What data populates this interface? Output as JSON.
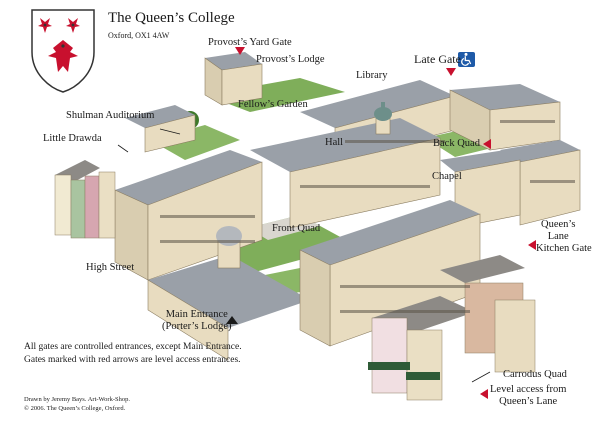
{
  "header": {
    "title": "The Queen’s College",
    "address": "Oxford, OX1 4AW"
  },
  "labels": {
    "provosts_yard_gate": "Provost’s Yard Gate",
    "provosts_lodge": "Provost’s Lodge",
    "library": "Library",
    "late_gate": "Late Gate",
    "fellows_garden": "Fellow’s Garden",
    "shulman_auditorium": "Shulman Auditorium",
    "little_drawda": "Little Drawda",
    "hall": "Hall",
    "back_quad": "Back Quad",
    "chapel": "Chapel",
    "queens_lane_1": "Queen’s",
    "queens_lane_2": "Lane",
    "kitchen_gate": "Kitchen Gate",
    "front_quad": "Front Quad",
    "high_street": "High Street",
    "main_entrance_1": "Main Entrance",
    "main_entrance_2": "(Porter’s Lodge)",
    "carrodus_quad": "Carrodus Quad",
    "level_access_1": "Level access from",
    "level_access_2": "Queen’s Lane"
  },
  "notes": {
    "line1": "All gates are controlled entrances, except Main Entrance.",
    "line2": "Gates marked with red  arrows are level access entrances."
  },
  "credits": {
    "line1": "Drawn by Jeremy Bays. Art-Work-Shop.",
    "line2": "© 2006.  The Queen’s College, Oxford."
  },
  "icons": {
    "crest": "crest-icon",
    "wheelchair": "wheelchair-icon",
    "access_arrow": "red-arrow-icon",
    "main_entrance_arrow": "black-arrow-icon"
  },
  "colors": {
    "stone": "#e8dcc0",
    "stone_shadow": "#b8a888",
    "roof": "#9aa0a8",
    "lawn": "#7fae5a",
    "path": "#d9d6cf",
    "red_arrow": "#c8102e",
    "wheelchair_blue": "#1e5aa8",
    "crest_red": "#c8102e"
  }
}
